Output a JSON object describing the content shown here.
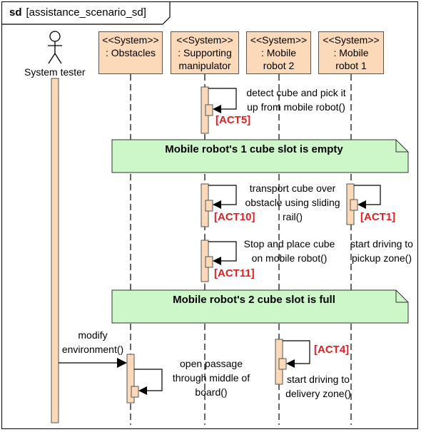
{
  "frame": {
    "keyword": "sd",
    "name": "[assistance_scenario_sd]"
  },
  "actor": {
    "name": "System tester"
  },
  "lifelines": [
    {
      "stereotype": "<<System>>",
      "name": ": Obstacles"
    },
    {
      "stereotype": "<<System>>",
      "name": ": Supporting manipulator"
    },
    {
      "stereotype": "<<System>>",
      "name": ": Mobile robot 2"
    },
    {
      "stereotype": "<<System>>",
      "name": ": Mobile robot 1"
    }
  ],
  "messages": {
    "detect": "detect cube and pick it up from mobile robot()",
    "transport": "transport cube over obstacle using sliding rail()",
    "stop_place": "Stop and place cube on mobile robot()",
    "start_pickup": "start driving to pickup zone()",
    "modify": "modify environment()",
    "open_passage": "open passage through middle of board()",
    "start_delivery": "start driving to delivery zone()"
  },
  "activities": {
    "act5": "[ACT5]",
    "act10": "[ACT10]",
    "act1": "[ACT1]",
    "act11": "[ACT11]",
    "act4": "[ACT4]"
  },
  "states": {
    "slot_empty": "Mobile robot's 1 cube slot is empty",
    "slot_full": "Mobile robot's 2 cube slot is full"
  },
  "colors": {
    "activation": "#fcd9b8",
    "state_fill": "#cdf7c8",
    "activity_label": "#e02020"
  }
}
